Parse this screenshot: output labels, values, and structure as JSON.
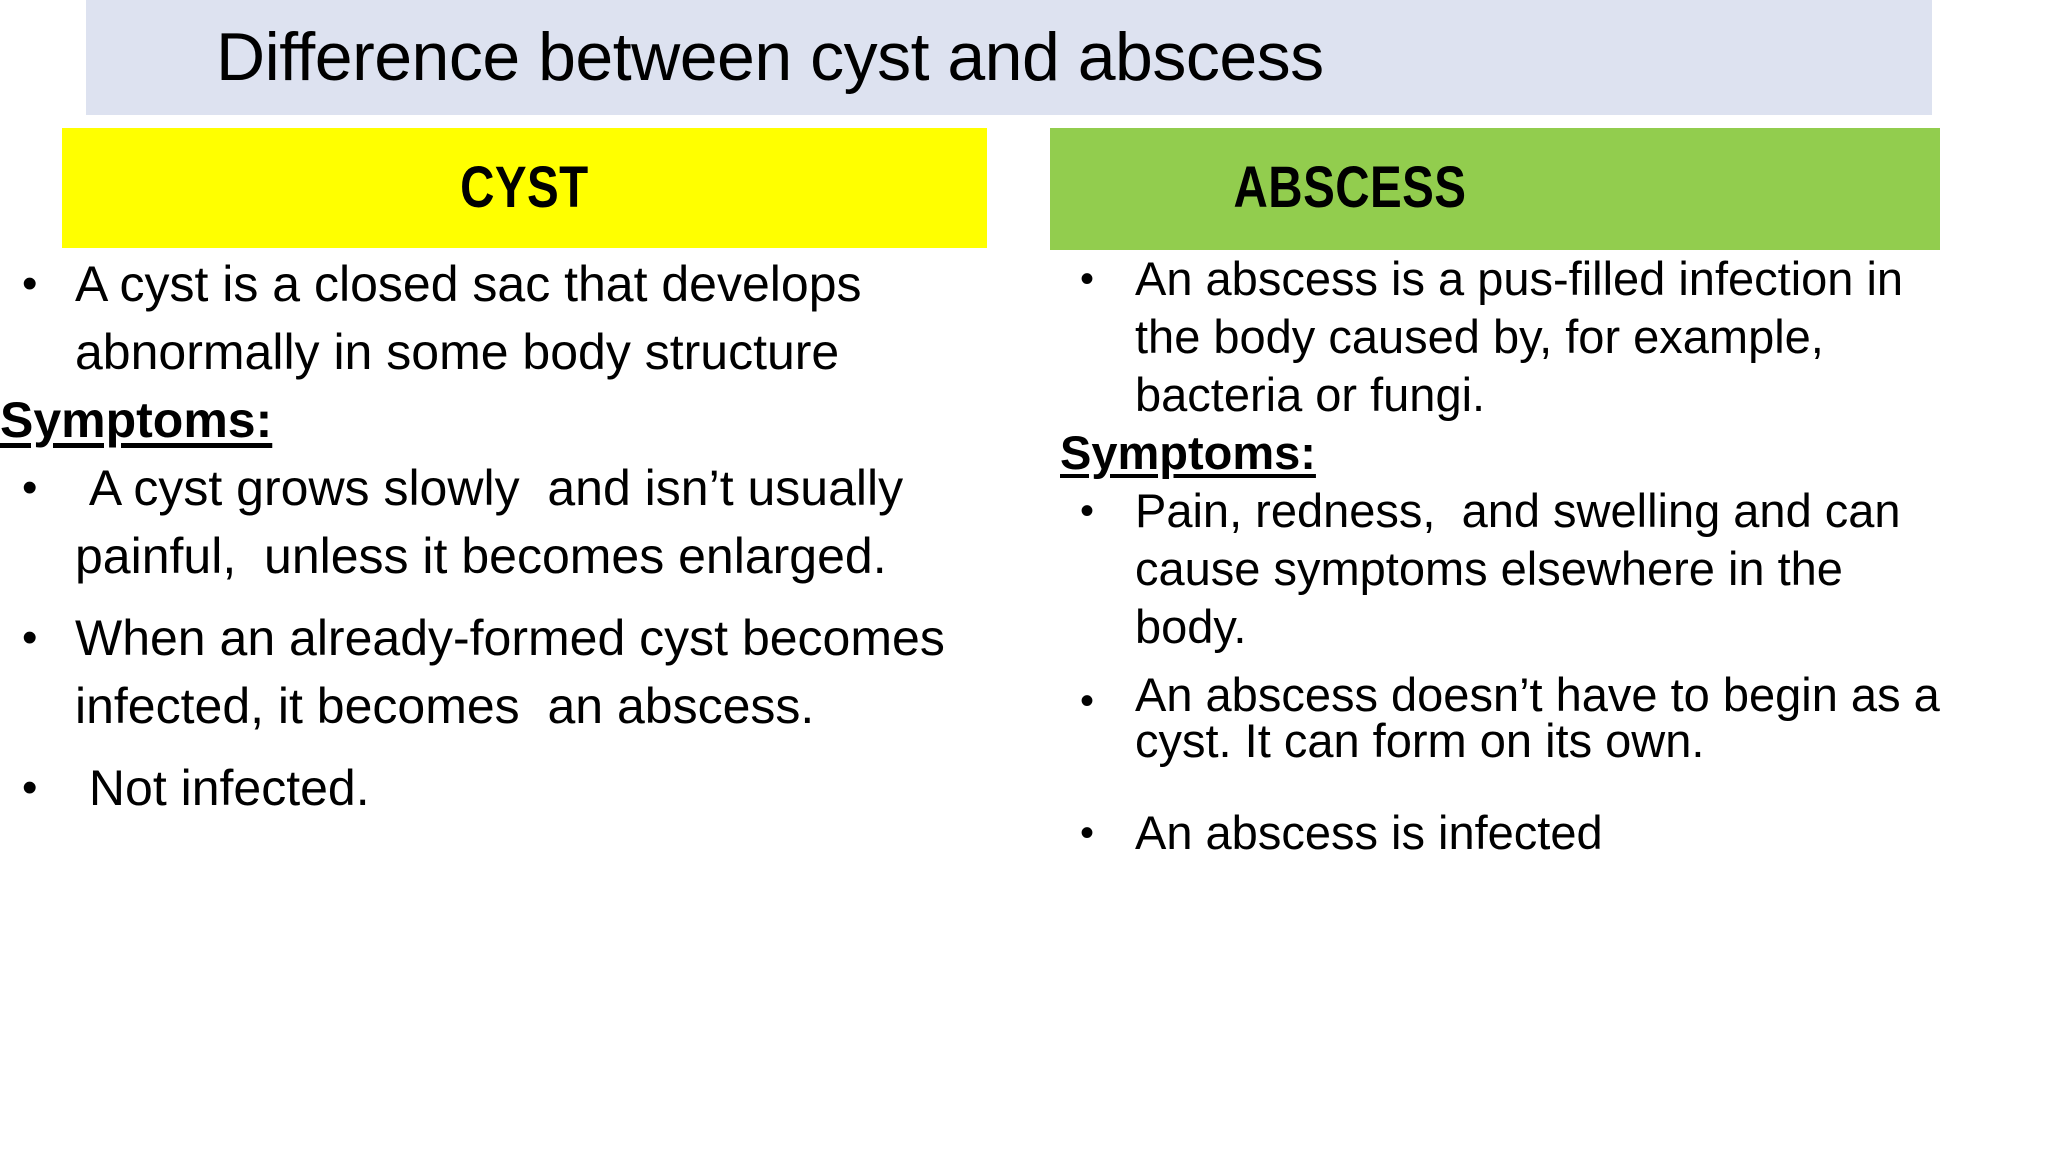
{
  "slide": {
    "title": "Difference between cyst and abscess",
    "background_color": "#ffffff",
    "title_banner_color": "#dde2f0"
  },
  "columns": {
    "left": {
      "header_label": "CYST",
      "header_color": "#ffff00",
      "bullet_glyph": "•",
      "blocks": [
        {
          "kind": "bullet",
          "text": "A cyst is a closed sac that develops abnormally in some body structure"
        },
        {
          "kind": "heading",
          "text": "Symptoms:"
        },
        {
          "kind": "bullet",
          "text": " A cyst grows slowly  and isn’t usually painful,  unless it becomes enlarged."
        },
        {
          "kind": "bullet",
          "text": "When an already-formed cyst becomes infected, it becomes  an abscess."
        },
        {
          "kind": "bullet",
          "text": " Not infected."
        }
      ]
    },
    "right": {
      "header_label": "ABSCESS",
      "header_color": "#92cd4e",
      "bullet_glyph": "•",
      "blocks": [
        {
          "kind": "bullet",
          "text": "An abscess is a pus-filled infection in the body caused by, for example, bacteria or fungi."
        },
        {
          "kind": "heading",
          "text": "Symptoms:"
        },
        {
          "kind": "bullet",
          "text": "Pain, redness,  and swelling and can cause symptoms elsewhere in the body."
        },
        {
          "kind": "bullet",
          "text": "An abscess doesn’t have to begin as a cyst. It can form on its own."
        },
        {
          "kind": "bullet",
          "text": "An abscess is infected"
        }
      ]
    }
  }
}
